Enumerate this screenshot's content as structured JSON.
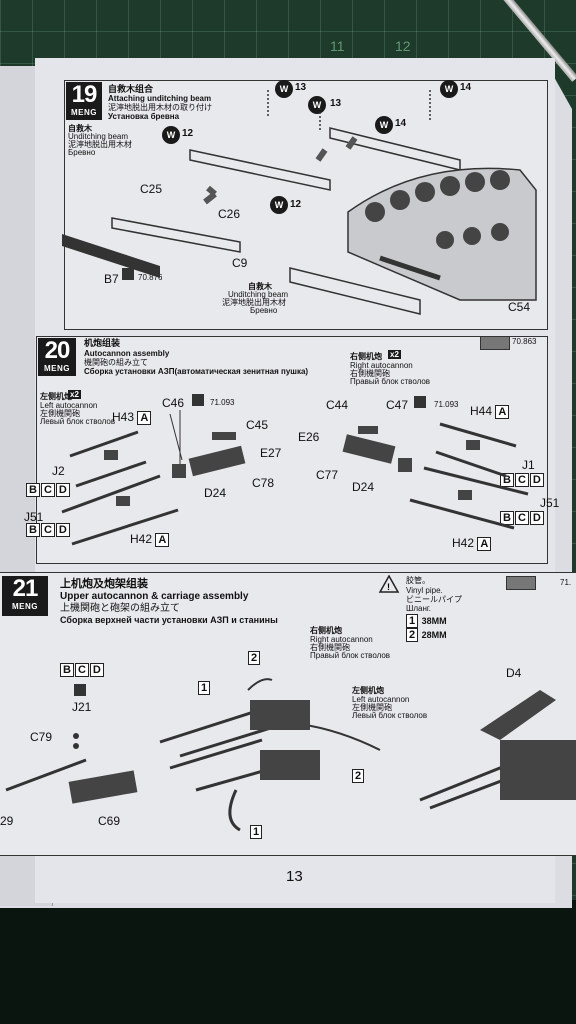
{
  "page_number": "13",
  "mat_numbers": [
    "11",
    "12"
  ],
  "step19": {
    "number": "19",
    "brand": "MENG",
    "title_cn": "自救木组合",
    "title_en": "Attaching unditching beam",
    "title_jp": "泥濘地脱出用木材の取り付け",
    "title_ru": "Установка бревна",
    "left_cn": "自救木",
    "left_en": "Unditching beam",
    "left_jp": "泥濘地脱出用木材",
    "left_ru": "Бревно",
    "bottom_cn": "自救木",
    "bottom_en": "Unditching beam",
    "bottom_jp": "泥濘地脱出用木材",
    "bottom_ru": "Бревно",
    "parts": [
      "C25",
      "C26",
      "C9",
      "B7",
      "C54"
    ],
    "paint_code": "70.876",
    "w_labels": [
      "W",
      "13",
      "W",
      "14",
      "W",
      "12",
      "W",
      "13",
      "W",
      "14",
      "W",
      "12"
    ]
  },
  "step20": {
    "number": "20",
    "brand": "MENG",
    "title_cn": "机炮组装",
    "title_en": "Autocannon assembly",
    "title_jp": "機関砲の組み立て",
    "title_ru": "Сборка установки АЗП(автоматическая зенитная пушка)",
    "paint_code_top": "70.863",
    "right_cn": "右侧机炮",
    "right_en": "Right autocannon",
    "right_jp": "右側機関砲",
    "right_ru": "Правый блок стволов",
    "left_cn": "左侧机炮",
    "left_en": "Left autocannon",
    "left_jp": "左側機関砲",
    "left_ru": "Левый блок стволов",
    "x2": "x2",
    "parts_left": [
      "H43",
      "C46",
      "C45",
      "E27",
      "J2",
      "C78",
      "D24",
      "J51",
      "H42"
    ],
    "parts_right": [
      "C44",
      "C47",
      "H44",
      "E26",
      "C77",
      "D24",
      "J1",
      "J51",
      "H42"
    ],
    "paint_code": "71.093",
    "letters": [
      "A",
      "B",
      "C",
      "D"
    ]
  },
  "step21": {
    "number": "21",
    "brand": "MENG",
    "title_cn": "上机炮及炮架组装",
    "title_en": "Upper autocannon & carriage assembly",
    "title_jp": "上機関砲と砲架の組み立て",
    "title_ru": "Сборка верхней части установки АЗП и станины",
    "vinyl_cn": "胶管。",
    "vinyl_en": "Vinyl pipe.",
    "vinyl_jp": "ビニールパイプ",
    "vinyl_ru": "Шланг.",
    "len1_tag": "1",
    "len1": "38MM",
    "len2_tag": "2",
    "len2": "28MM",
    "right_cn": "右侧机炮",
    "right_en": "Right autocannon",
    "right_jp": "右側機関砲",
    "right_ru": "Правый блок стволов",
    "left_cn": "左侧机炮",
    "left_en": "Left autocannon",
    "left_jp": "左側機関砲",
    "left_ru": "Левый блок стволов",
    "parts": [
      "J21",
      "C79",
      "C69",
      "D4",
      "29"
    ],
    "paint_code": "71.",
    "letters": [
      "B",
      "C",
      "D"
    ],
    "tags": [
      "1",
      "2",
      "1",
      "2",
      "1"
    ]
  }
}
